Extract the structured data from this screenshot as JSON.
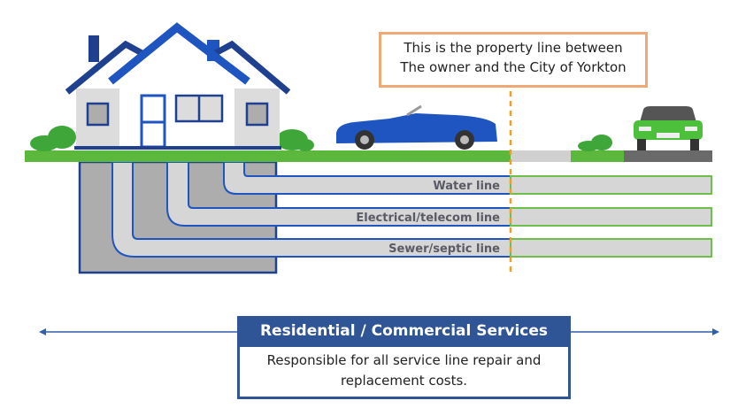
{
  "callout": {
    "line1": "This is the property line between",
    "line2": "The owner and the City of Yorkton"
  },
  "pipes": [
    {
      "label": "Water line"
    },
    {
      "label": "Electrical/telecom line"
    },
    {
      "label": "Sewer/septic line"
    }
  ],
  "services": {
    "title": "Residential / Commercial Services",
    "line1": "Responsible for all service line repair and",
    "line2": "replacement costs."
  },
  "colors": {
    "brand_blue": "#2f5597",
    "roof_blue": "#1f4fb8",
    "grass": "#5cb83c",
    "property_line": "#f0a020",
    "callout_border": "#f0a877",
    "city_pipe_border": "#6cc04a"
  }
}
